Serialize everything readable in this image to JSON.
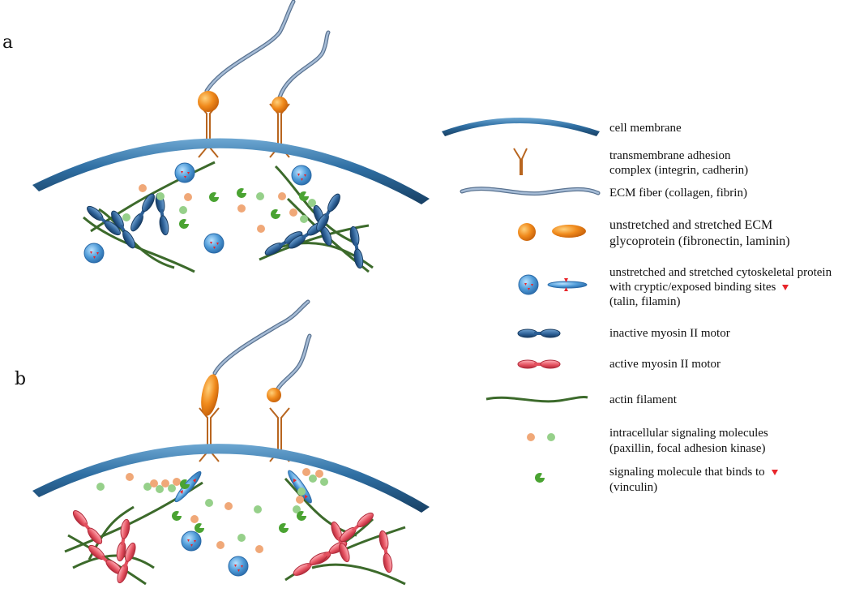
{
  "panels": [
    "a",
    "b"
  ],
  "colors": {
    "membrane": "#2f6fa3",
    "ecm_fiber": "#8fa8c4",
    "glycoprotein": "#f08a1c",
    "adhesion_complex": "#b8651f",
    "cytoskeletal_protein": "#4f9bd8",
    "binding_site": "#e8262b",
    "inactive_motor": "#2c5f95",
    "active_motor": "#e4505f",
    "actin": "#3c6a2b",
    "signal_orange": "#f0a878",
    "signal_green": "#96d08a",
    "vinculin": "#4aa332"
  },
  "legend": {
    "cell_membrane": "cell membrane",
    "adhesion_line1": "transmembrane adhesion",
    "adhesion_line2": "complex (integrin, cadherin)",
    "ecm_fiber": "ECM fiber (collagen, fibrin)",
    "glyco_line1": "unstretched and stretched ECM",
    "glyco_line2": "glycoprotein (fibronectin, laminin)",
    "cyto_line1": "unstretched and stretched cytoskeletal protein",
    "cyto_line2": "with cryptic/exposed  binding sites",
    "cyto_line3": "(talin, filamin)",
    "inactive_motor": "inactive myosin II motor",
    "active_motor": "active myosin II motor",
    "actin": "actin filament",
    "signal_line1": "intracellular signaling molecules",
    "signal_line2": "(paxillin, focal adhesion kinase)",
    "vinculin_line1": "signaling molecule that binds to",
    "vinculin_line2": "(vinculin)"
  }
}
